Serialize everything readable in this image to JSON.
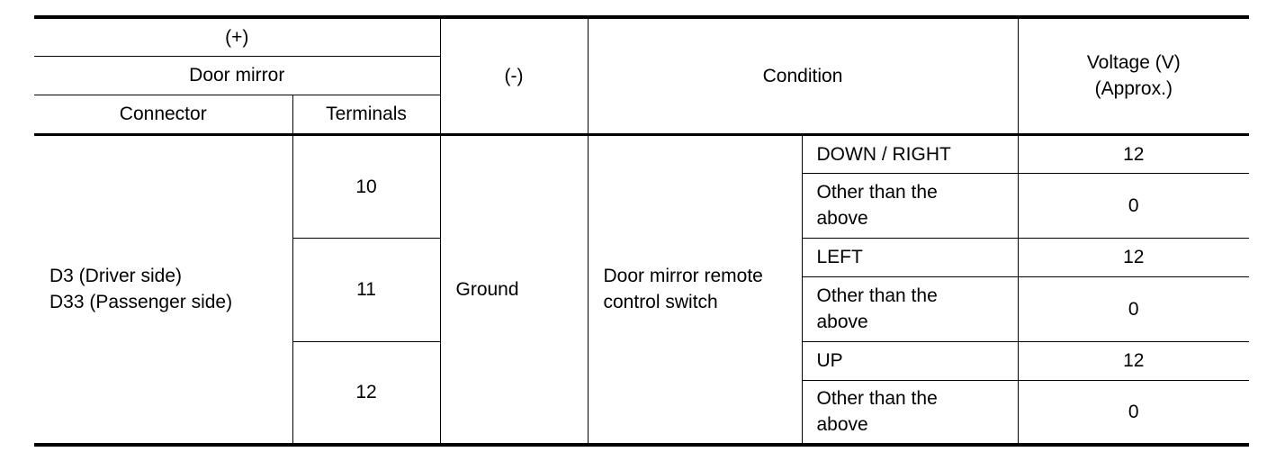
{
  "header": {
    "plus": "(+)",
    "door_mirror": "Door mirror",
    "connector": "Connector",
    "terminals": "Terminals",
    "minus": "(-)",
    "condition": "Condition",
    "voltage_line1": "Voltage (V)",
    "voltage_line2": "(Approx.)"
  },
  "connector": {
    "line1": "D3 (Driver side)",
    "line2": "D33 (Passenger side)"
  },
  "ground": "Ground",
  "switch": {
    "line1": "Door mirror remote",
    "line2": "control switch"
  },
  "rows": [
    {
      "terminal": "10",
      "conditions": [
        {
          "state": "DOWN / RIGHT",
          "voltage": "12"
        },
        {
          "state_line1": "Other than the",
          "state_line2": "above",
          "voltage": "0"
        }
      ]
    },
    {
      "terminal": "11",
      "conditions": [
        {
          "state": "LEFT",
          "voltage": "12"
        },
        {
          "state_line1": "Other than the",
          "state_line2": "above",
          "voltage": "0"
        }
      ]
    },
    {
      "terminal": "12",
      "conditions": [
        {
          "state": "UP",
          "voltage": "12"
        },
        {
          "state_line1": "Other than the",
          "state_line2": "above",
          "voltage": "0"
        }
      ]
    }
  ]
}
